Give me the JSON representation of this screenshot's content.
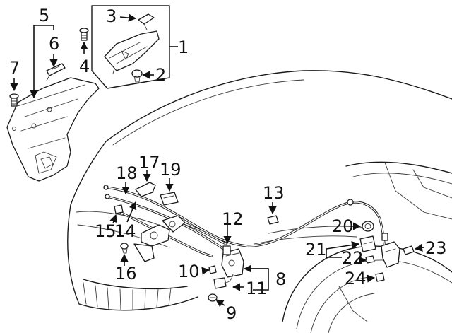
{
  "figure": {
    "background": "#ffffff",
    "line_color": "#1a1a1a",
    "callouts": [
      "1",
      "2",
      "3",
      "4",
      "5",
      "6",
      "7",
      "8",
      "9",
      "10",
      "11",
      "12",
      "13",
      "14",
      "15",
      "16",
      "17",
      "18",
      "19",
      "20",
      "21",
      "22",
      "23",
      "24"
    ]
  }
}
